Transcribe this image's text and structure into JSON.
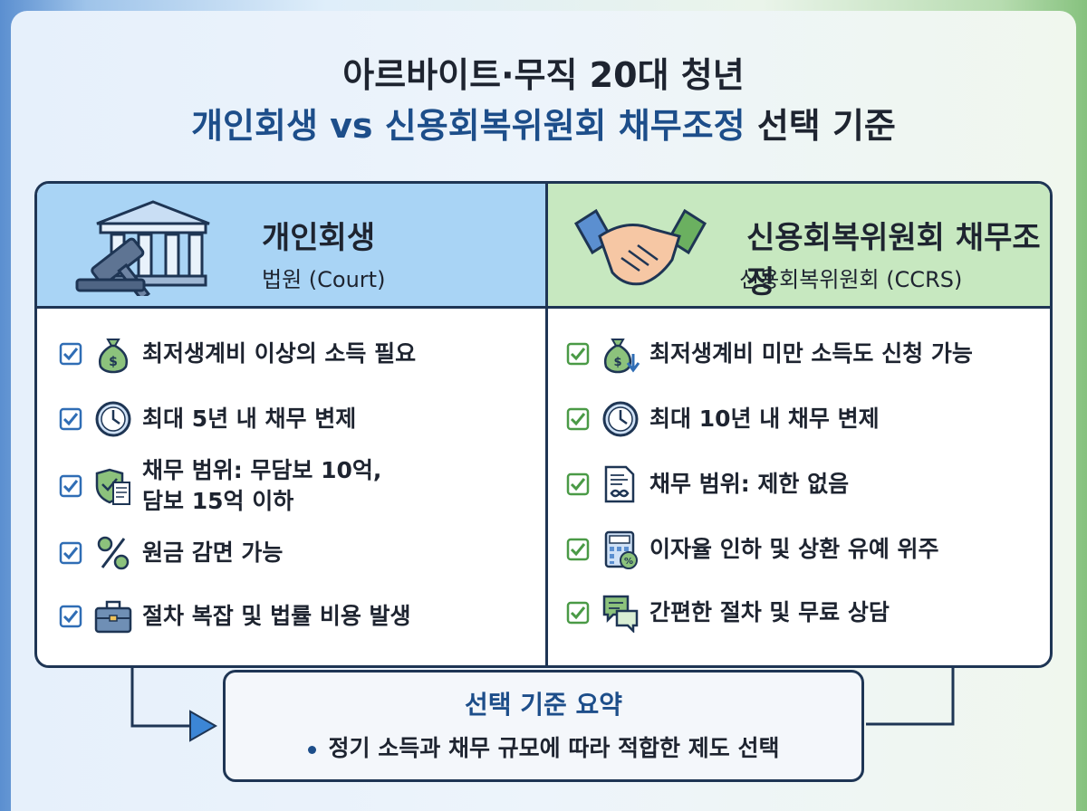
{
  "title": {
    "line1": "아르바이트·무직 20대 청년",
    "line2_part1": "개인회생 vs 신용회복위원회 채무조정",
    "line2_part2": "선택 기준"
  },
  "left": {
    "title": "개인회생",
    "subtitle": "법원 (Court)",
    "header_icon": "gavel-court-icon",
    "items": [
      {
        "icon": "money-bag-icon",
        "text": "최저생계비 이상의 소득 필요"
      },
      {
        "icon": "clock-icon",
        "text": "최대 5년 내 채무 변제"
      },
      {
        "icon": "shield-document-icon",
        "text_line1": "채무 범위: 무담보 10억,",
        "text_line2": "담보 15억 이하"
      },
      {
        "icon": "percent-icon",
        "text": "원금 감면 가능"
      },
      {
        "icon": "briefcase-icon",
        "text": "절차 복잡 및 법률 비용 발생"
      }
    ]
  },
  "right": {
    "title": "신용회복위원회 채무조정",
    "subtitle": "신용회복위원회 (CCRS)",
    "header_icon": "handshake-icon",
    "items": [
      {
        "icon": "money-bag-down-icon",
        "text": "최저생계비 미만 소득도 신청 가능"
      },
      {
        "icon": "clock-icon",
        "text": "최대 10년 내 채무 변제"
      },
      {
        "icon": "document-infinity-icon",
        "text": "채무 범위: 제한 없음"
      },
      {
        "icon": "calculator-icon",
        "text": "이자율 인하 및 상환 유예 위주"
      },
      {
        "icon": "chat-bubbles-icon",
        "text": "간편한 절차 및 무료 상담"
      }
    ]
  },
  "summary": {
    "title": "선택 기준 요약",
    "item": "정기 소득과 채무 규모에 따라 적합한 제도 선택"
  },
  "colors": {
    "navy": "#1e3554",
    "blue_text": "#1d4e8a",
    "left_header": "#a9d4f5",
    "right_header": "#c7e8c0",
    "check_left": "#2f6db5",
    "check_right": "#4a9a46"
  }
}
